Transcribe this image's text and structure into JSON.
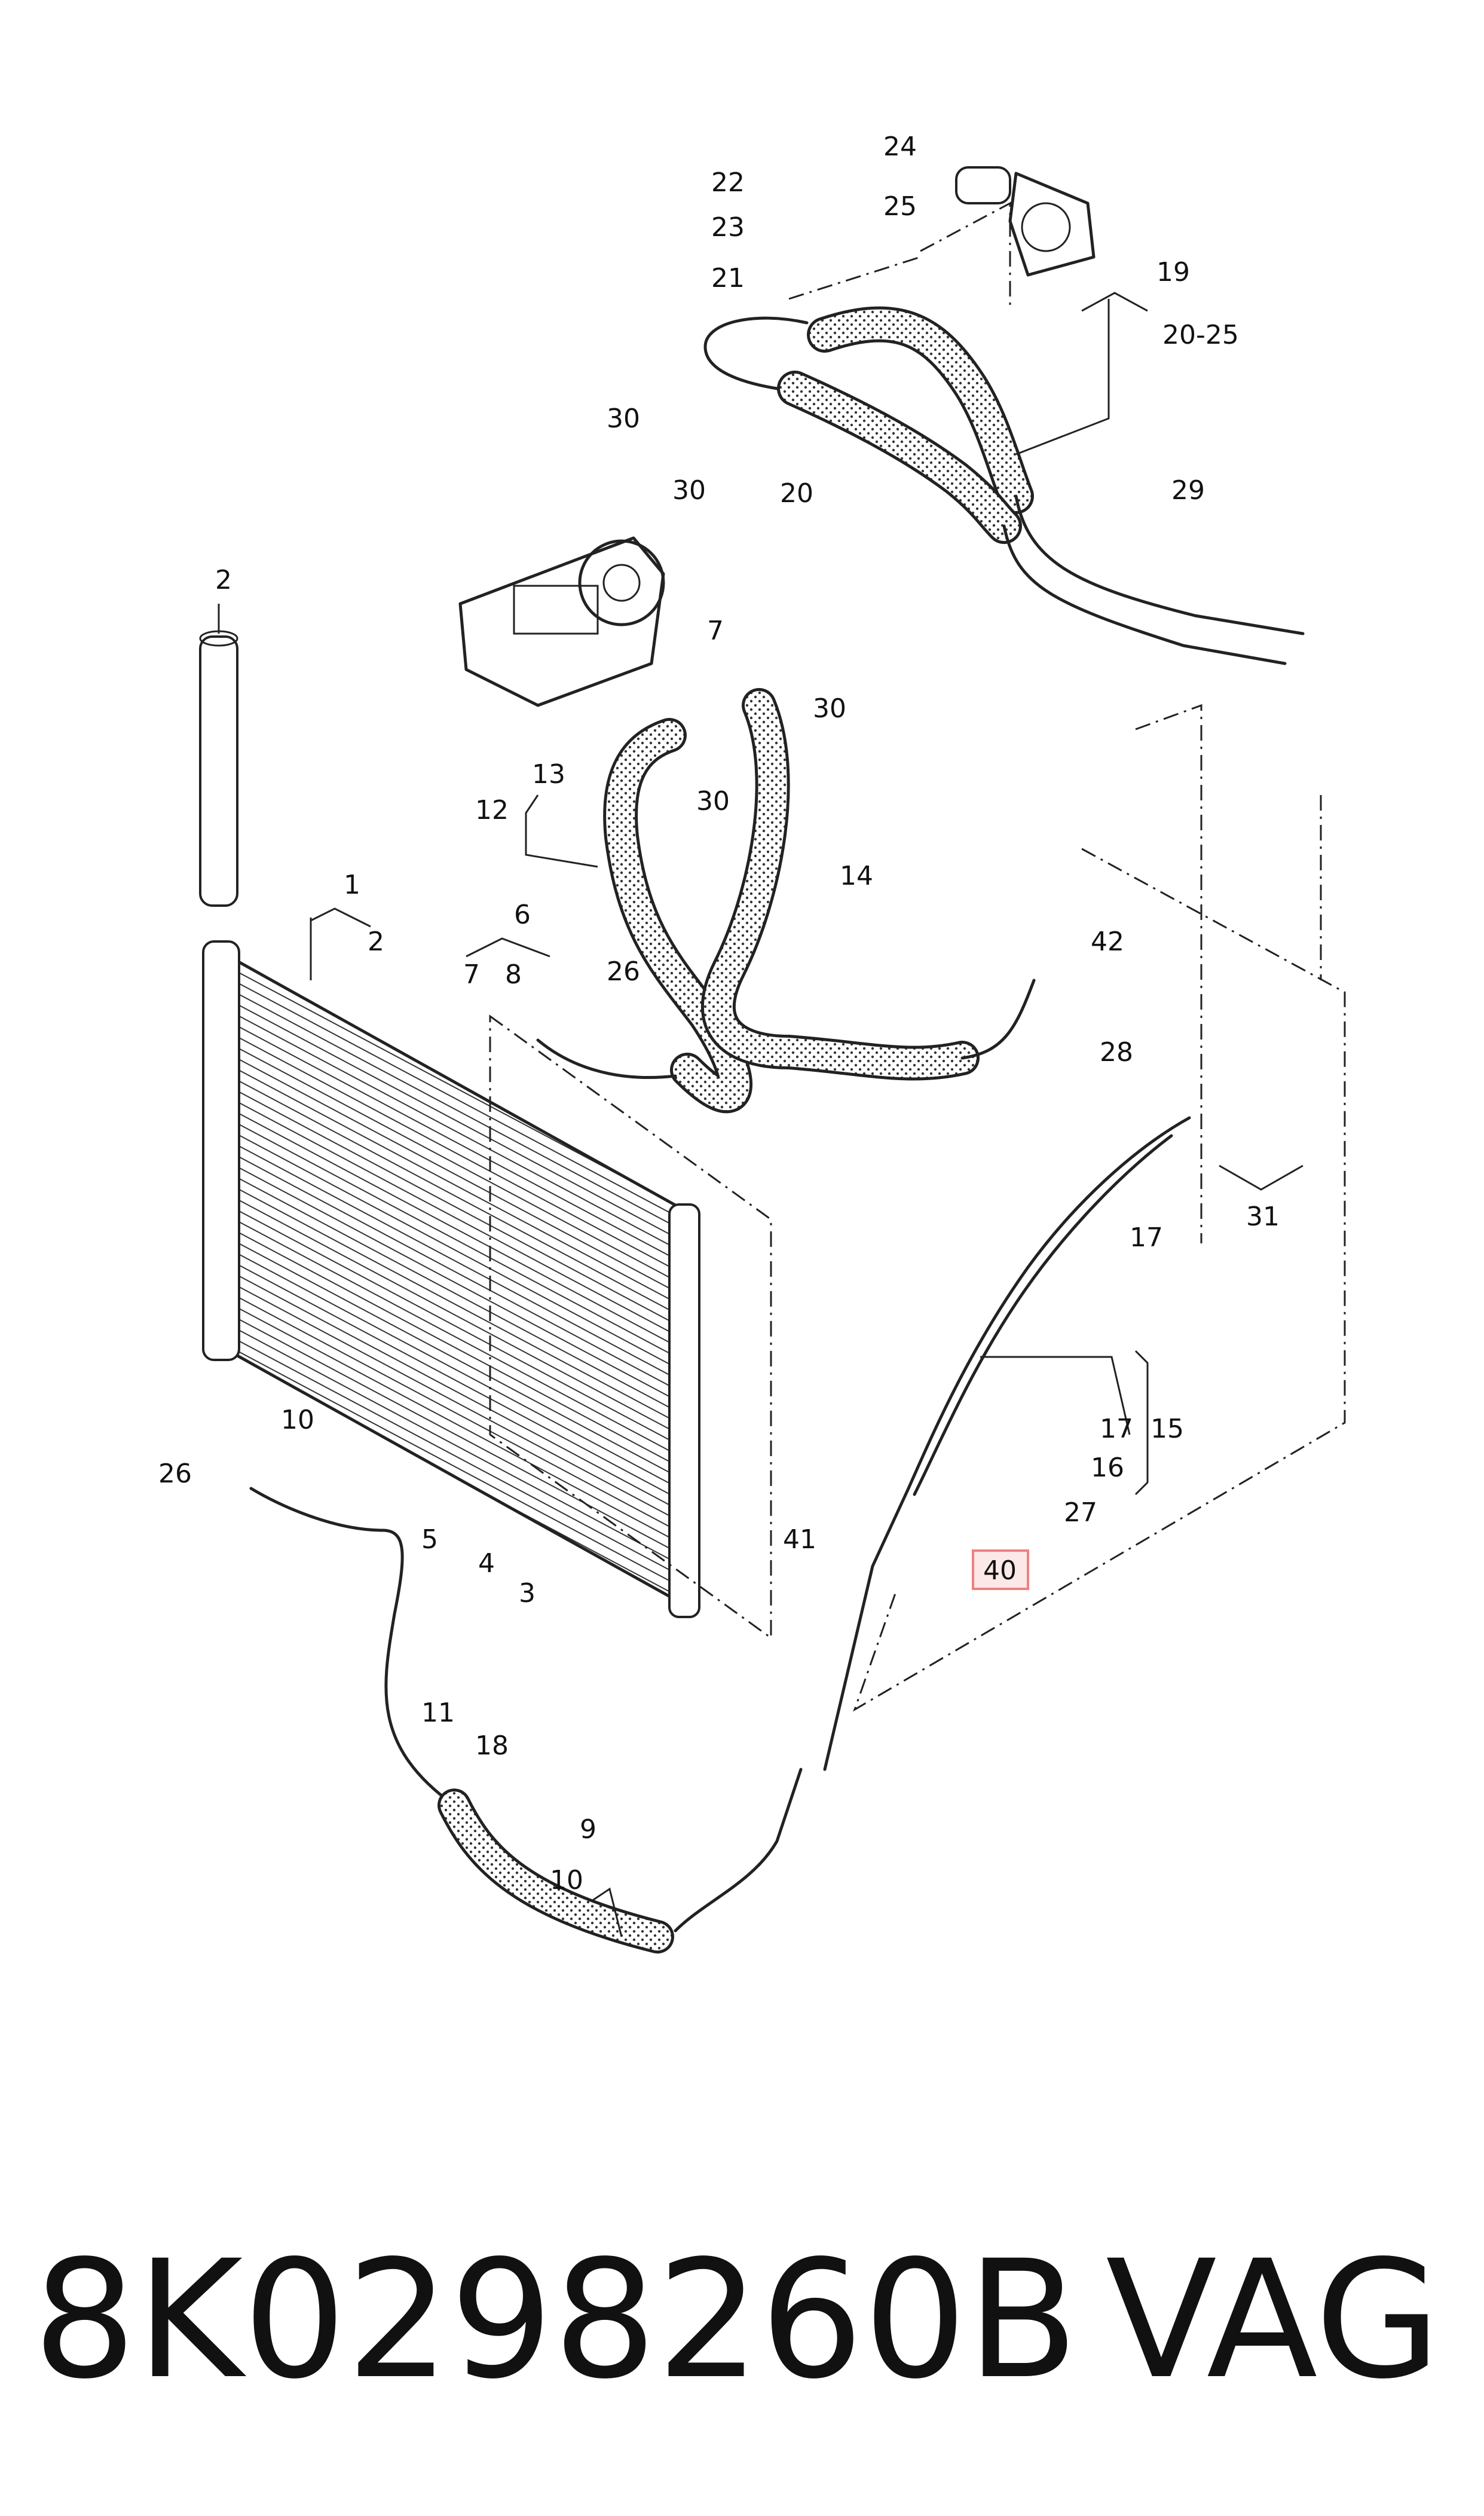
{
  "footer": {
    "part_number": "8K0298260B",
    "brand": "VAG"
  },
  "highlight_color": "#f08080",
  "callouts": [
    {
      "id": "c1",
      "text": "1"
    },
    {
      "id": "c2a",
      "text": "2"
    },
    {
      "id": "c2b",
      "text": "2"
    },
    {
      "id": "c3",
      "text": "3"
    },
    {
      "id": "c4",
      "text": "4"
    },
    {
      "id": "c5",
      "text": "5"
    },
    {
      "id": "c6",
      "text": "6"
    },
    {
      "id": "c7a",
      "text": "7"
    },
    {
      "id": "c7b",
      "text": "7"
    },
    {
      "id": "c8",
      "text": "8"
    },
    {
      "id": "c9",
      "text": "9"
    },
    {
      "id": "c10a",
      "text": "10"
    },
    {
      "id": "c10b",
      "text": "10"
    },
    {
      "id": "c11",
      "text": "11"
    },
    {
      "id": "c12",
      "text": "12"
    },
    {
      "id": "c13",
      "text": "13"
    },
    {
      "id": "c14",
      "text": "14"
    },
    {
      "id": "c15",
      "text": "15"
    },
    {
      "id": "c16",
      "text": "16"
    },
    {
      "id": "c17a",
      "text": "17"
    },
    {
      "id": "c17b",
      "text": "17"
    },
    {
      "id": "c18",
      "text": "18"
    },
    {
      "id": "c19",
      "text": "19"
    },
    {
      "id": "c2025",
      "text": "20-25"
    },
    {
      "id": "c20",
      "text": "20"
    },
    {
      "id": "c21",
      "text": "21"
    },
    {
      "id": "c22",
      "text": "22"
    },
    {
      "id": "c23",
      "text": "23"
    },
    {
      "id": "c24",
      "text": "24"
    },
    {
      "id": "c25",
      "text": "25"
    },
    {
      "id": "c26a",
      "text": "26"
    },
    {
      "id": "c26b",
      "text": "26"
    },
    {
      "id": "c27",
      "text": "27"
    },
    {
      "id": "c28",
      "text": "28"
    },
    {
      "id": "c29",
      "text": "29"
    },
    {
      "id": "c30a",
      "text": "30"
    },
    {
      "id": "c30b",
      "text": "30"
    },
    {
      "id": "c30c",
      "text": "30"
    },
    {
      "id": "c30d",
      "text": "30"
    },
    {
      "id": "c31",
      "text": "31"
    },
    {
      "id": "c40",
      "text": "40"
    },
    {
      "id": "c41",
      "text": "41"
    },
    {
      "id": "c42",
      "text": "42"
    }
  ]
}
